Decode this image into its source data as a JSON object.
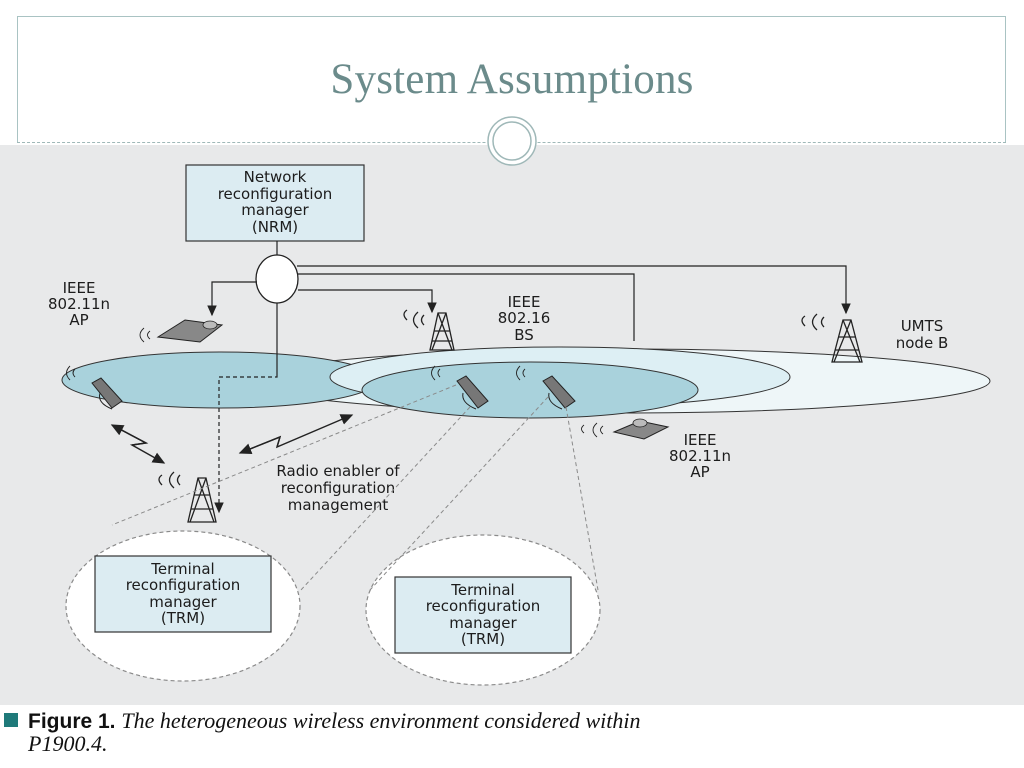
{
  "slide": {
    "title": "System Assumptions"
  },
  "diagram": {
    "nrm": [
      "Network",
      "reconfiguration",
      "manager",
      "(NRM)"
    ],
    "ap_left": [
      "IEEE",
      "802.11n",
      "AP"
    ],
    "bs": [
      "IEEE",
      "802.16",
      "BS"
    ],
    "umts": [
      "UMTS",
      "node B"
    ],
    "ap_right": [
      "IEEE",
      "802.11n",
      "AP"
    ],
    "radio_enabler": [
      "Radio enabler of",
      "reconfiguration",
      "management"
    ],
    "trm_left": [
      "Terminal",
      "reconfiguration",
      "manager",
      "(TRM)"
    ],
    "trm_right": [
      "Terminal",
      "reconfiguration",
      "manager",
      "(TRM)"
    ]
  },
  "caption": {
    "figure_label": "Figure 1.",
    "line1": "The heterogeneous wireless environment considered within",
    "line2": "P1900.4."
  }
}
